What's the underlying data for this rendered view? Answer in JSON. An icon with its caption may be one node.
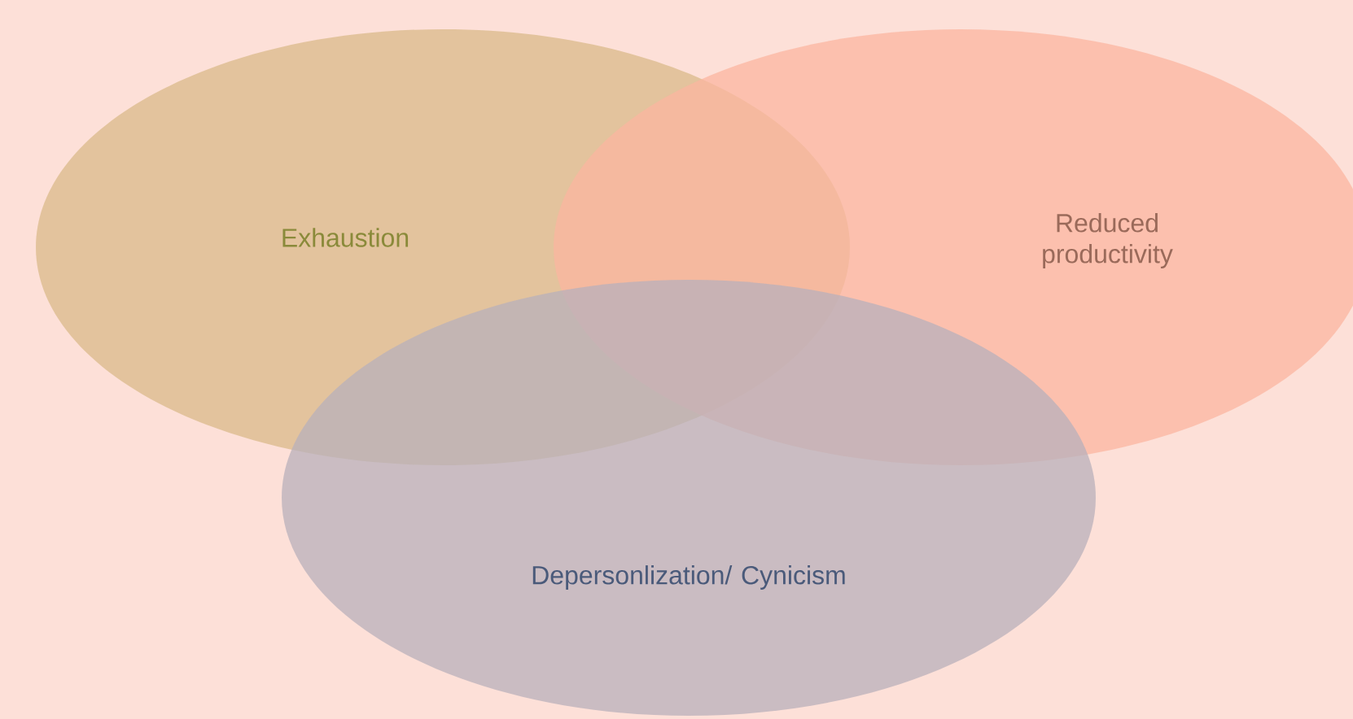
{
  "diagram": {
    "nodes": [
      {
        "text": [
          "Exhaustion"
        ]
      },
      {
        "text": [
          "Reduced productivity"
        ]
      },
      {
        "text": [
          "Depersonlization/ Cynicism"
        ]
      }
    ]
  }
}
